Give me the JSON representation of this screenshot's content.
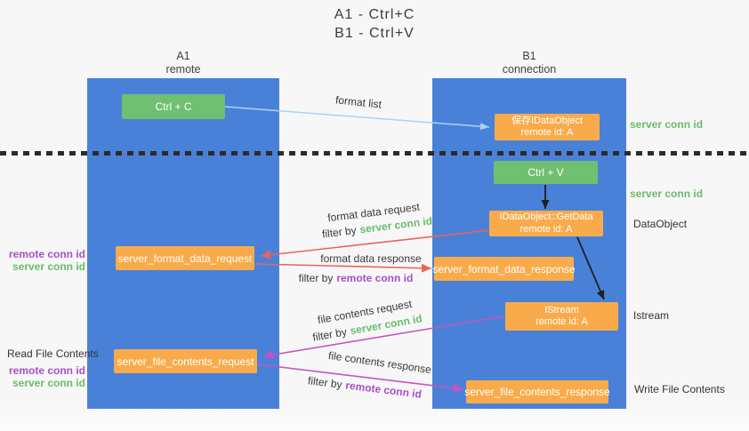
{
  "title": {
    "line1": "A1 - Ctrl+C",
    "line2": "B1 - Ctrl+V"
  },
  "lanes": {
    "left": {
      "name": "A1",
      "subtitle": "remote"
    },
    "right": {
      "name": "B1",
      "subtitle": "connection"
    }
  },
  "nodes": {
    "ctrl_c": {
      "label": "Ctrl + C"
    },
    "save_idataobject": {
      "line1": "保存IDataObject",
      "line2": "remote id: A"
    },
    "ctrl_v": {
      "label": "Ctrl + V"
    },
    "getdata": {
      "line1": "IDataObject::GetData",
      "line2": "remote id: A"
    },
    "format_request": {
      "label": "server_format_data_request"
    },
    "format_response": {
      "label": "server_format_data_response"
    },
    "istream": {
      "line1": "IStream",
      "line2": "remote id: A"
    },
    "file_request": {
      "label": "server_file_contents_request"
    },
    "file_response": {
      "label": "server_file_contents_response"
    }
  },
  "edge_labels": {
    "format_list": "format list",
    "format_data_request": "format data request",
    "format_data_response": "format data response",
    "file_contents_request": "file contents request",
    "file_contents_response": "file contents response",
    "filter_by": "filter by",
    "server_conn_id": "server conn id",
    "remote_conn_id": "remote conn id"
  },
  "annotations": {
    "left": {
      "remote_conn_id_1": "remote conn id",
      "server_conn_id_1": "server conn id",
      "read_file_contents": "Read File Contents",
      "remote_conn_id_2": "remote conn id",
      "server_conn_id_2": "server conn id"
    },
    "right": {
      "server_conn_id_1": "server conn id",
      "server_conn_id_2": "server conn id",
      "dataobject": "DataObject",
      "istream": "Istream",
      "write_file_contents": "Write File Contents"
    }
  },
  "colors": {
    "lane_blue": "#4a81d8",
    "node_orange": "#f9ab4b",
    "node_green": "#71bf71",
    "green_text": "#68bd68",
    "purple_text": "#a84fc6",
    "arrow_salmon": "#e9645a",
    "arrow_magenta": "#c653c0",
    "arrow_light_blue": "#a9d4f1",
    "arrow_black": "#1f1f1f"
  }
}
